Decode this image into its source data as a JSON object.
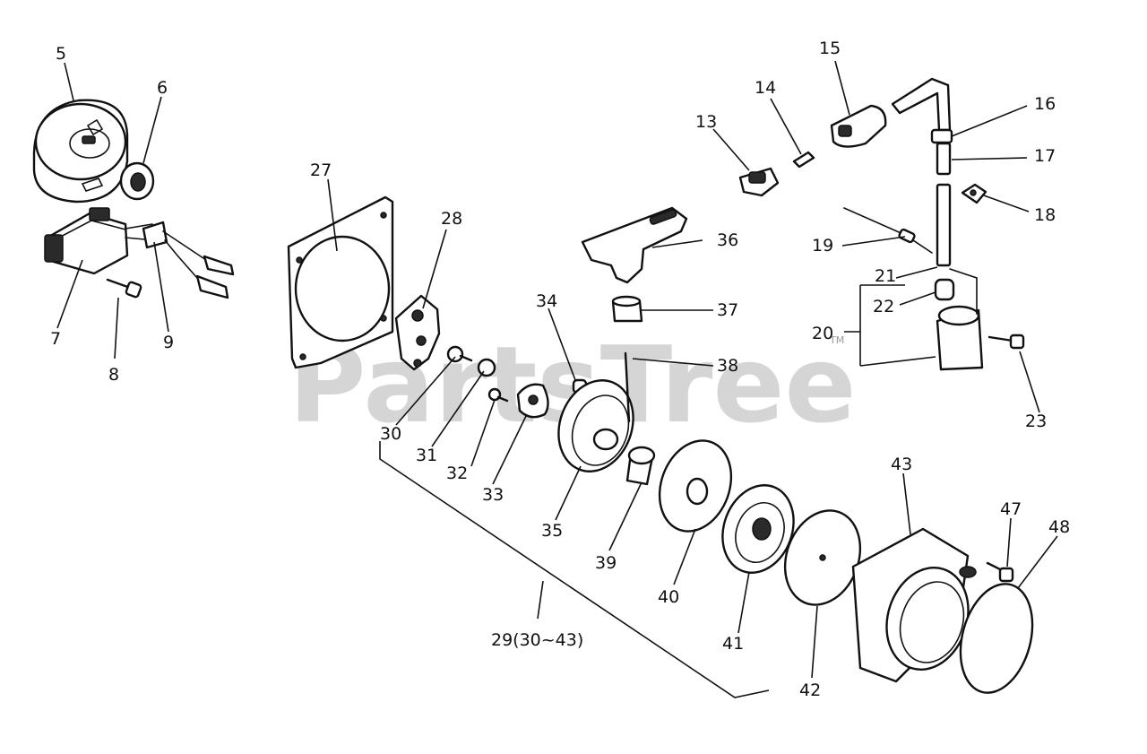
{
  "watermark": "PartsTree",
  "watermark_tm": "TM",
  "callouts": {
    "c5": "5",
    "c6": "6",
    "c7": "7",
    "c8": "8",
    "c9": "9",
    "c13": "13",
    "c14": "14",
    "c15": "15",
    "c16": "16",
    "c17": "17",
    "c18": "18",
    "c19": "19",
    "c20": "20",
    "c21": "21",
    "c22": "22",
    "c23": "23",
    "c27": "27",
    "c28": "28",
    "c29": "29(30~43)",
    "c30": "30",
    "c31": "31",
    "c32": "32",
    "c33": "33",
    "c34": "34",
    "c35": "35",
    "c36": "36",
    "c37": "37",
    "c38": "38",
    "c39": "39",
    "c40": "40",
    "c41": "41",
    "c42": "42",
    "c43": "43",
    "c47": "47",
    "c48": "48"
  }
}
